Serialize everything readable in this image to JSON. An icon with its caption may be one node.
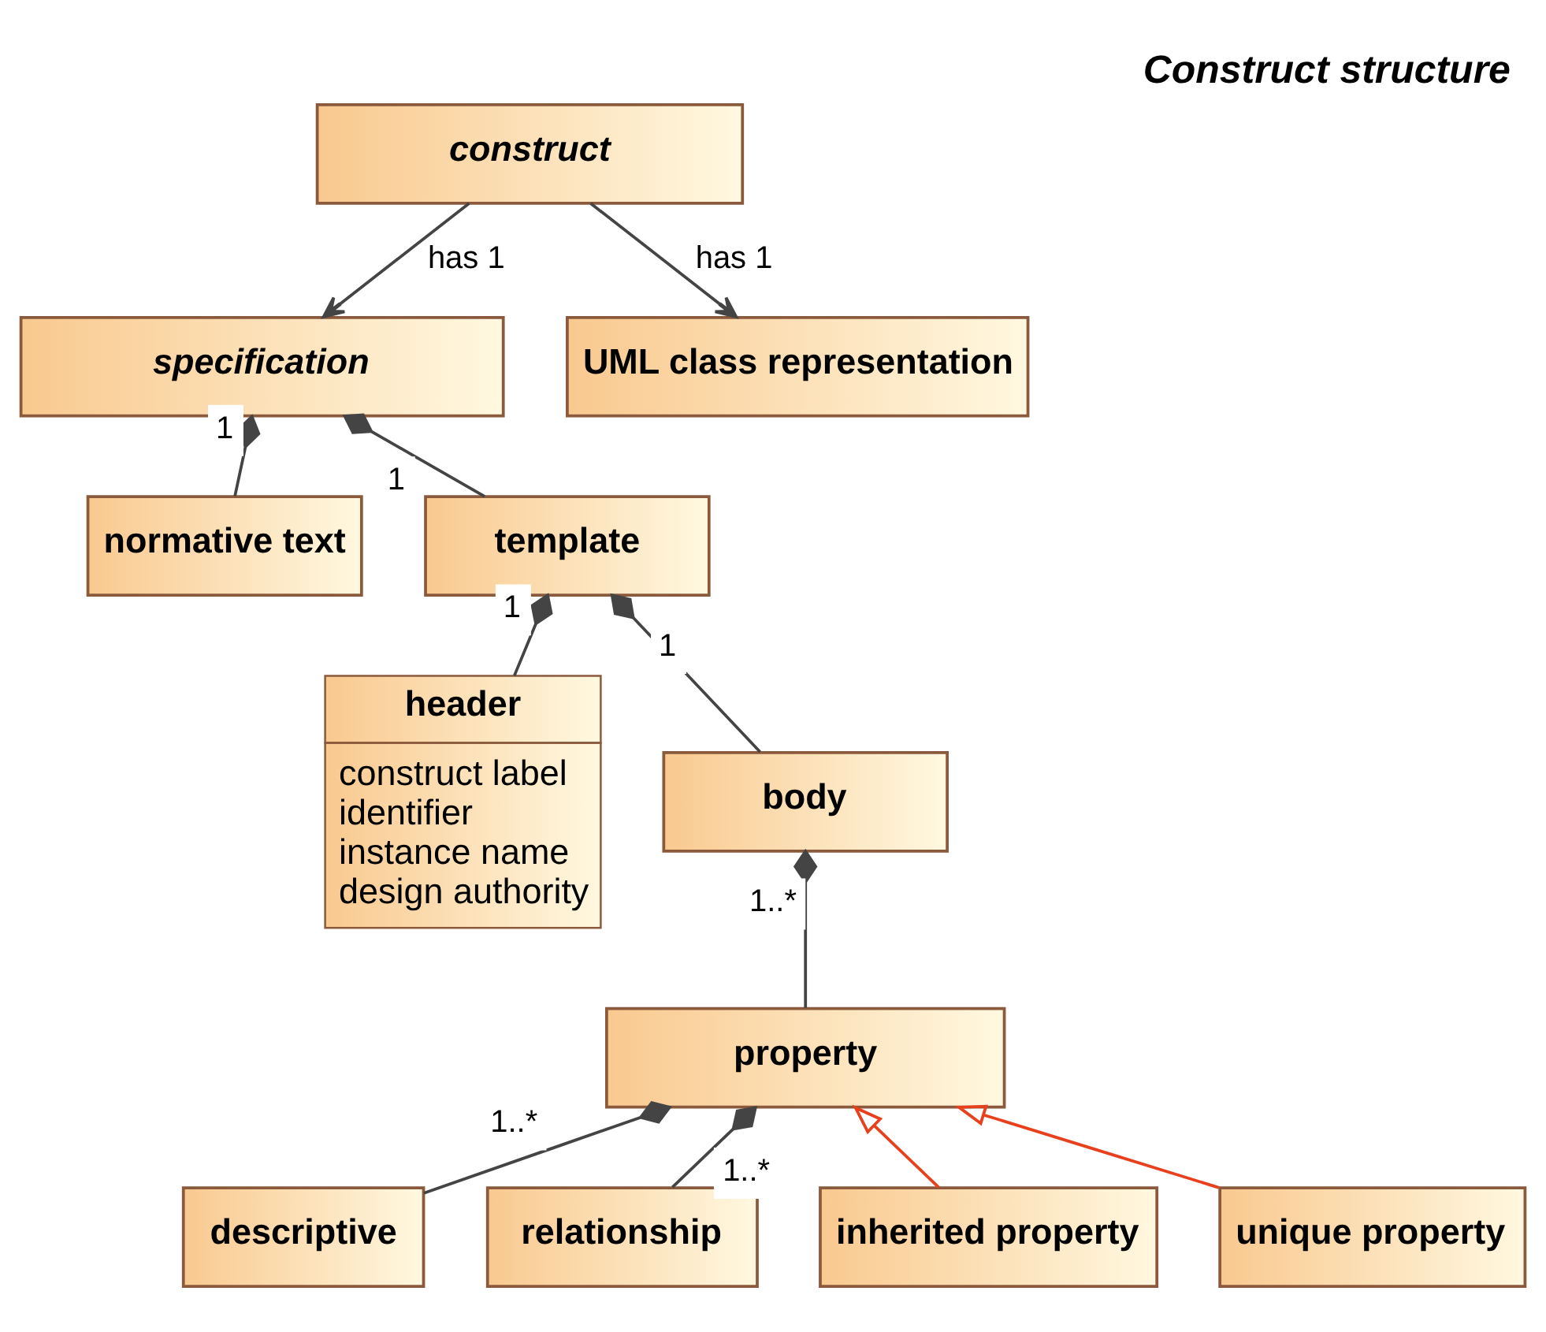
{
  "diagram": {
    "title": "Construct structure",
    "nodes": [
      {
        "text": [
          "construct"
        ]
      },
      {
        "text": [
          "specification"
        ]
      },
      {
        "text": [
          "UML class representation"
        ]
      },
      {
        "text": [
          "normative text"
        ]
      },
      {
        "text": [
          "template"
        ]
      },
      {
        "text": [
          "header",
          "construct label",
          "identifier",
          "instance name",
          "design authority"
        ]
      },
      {
        "text": [
          "body"
        ]
      },
      {
        "text": [
          "property"
        ]
      },
      {
        "text": [
          "descriptive"
        ]
      },
      {
        "text": [
          "relationship"
        ]
      },
      {
        "text": [
          "inherited property"
        ]
      },
      {
        "text": [
          "unique property"
        ]
      }
    ],
    "edges": [
      {
        "from": 0,
        "to": 1,
        "arrow": "to",
        "label": "has 1"
      },
      {
        "from": 0,
        "to": 2,
        "arrow": "to",
        "label": "has 1"
      },
      {
        "from": 1,
        "to": 3,
        "arrow": "other",
        "label": "1"
      },
      {
        "from": 1,
        "to": 4,
        "arrow": "other",
        "label": "1"
      },
      {
        "from": 4,
        "to": 5,
        "arrow": "other",
        "label": "1"
      },
      {
        "from": 4,
        "to": 6,
        "arrow": "other",
        "label": "1"
      },
      {
        "from": 6,
        "to": 7,
        "arrow": "other",
        "label": "1..*"
      },
      {
        "from": 7,
        "to": 8,
        "arrow": "other",
        "label": "1..*"
      },
      {
        "from": 7,
        "to": 9,
        "arrow": "other",
        "label": "1..*"
      },
      {
        "from": 10,
        "to": 7,
        "arrow": "to",
        "color": "#e8401c"
      },
      {
        "from": 11,
        "to": 7,
        "arrow": "to",
        "color": "#e8401c"
      }
    ]
  }
}
